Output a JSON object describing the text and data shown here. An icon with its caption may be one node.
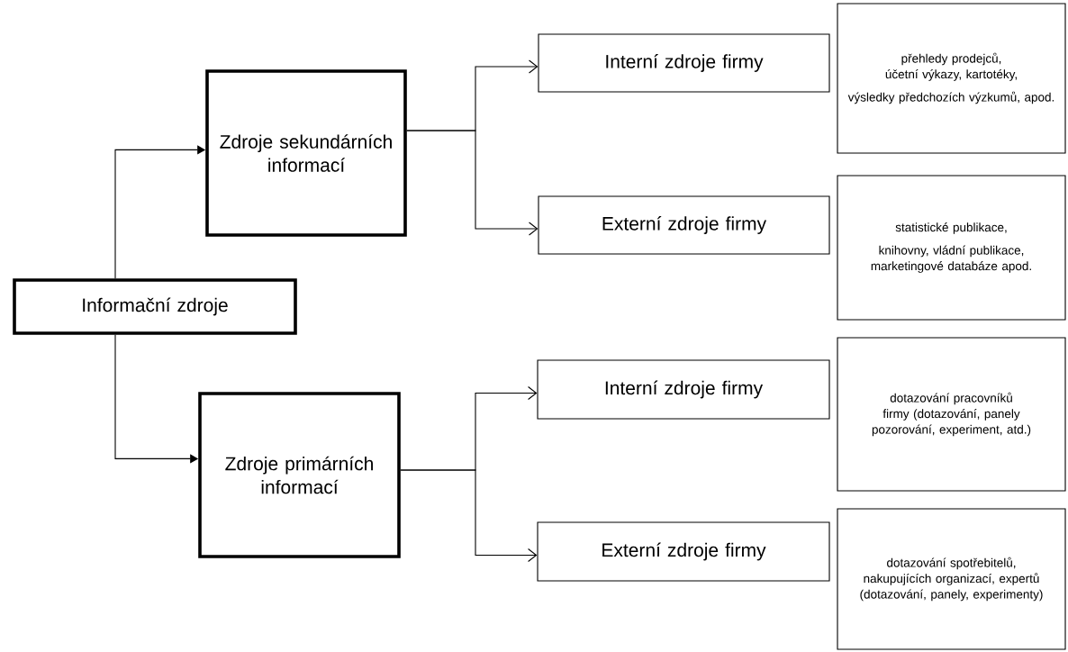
{
  "diagram": {
    "nodes": [
      {
        "text": [
          "Informační zdroje"
        ]
      },
      {
        "text": [
          "Zdroje sekundárních informací"
        ]
      },
      {
        "text": [
          "Zdroje primárních informací"
        ]
      },
      {
        "text": [
          "Interní zdroje firmy"
        ]
      },
      {
        "text": [
          "Externí zdroje firmy"
        ]
      },
      {
        "text": [
          "přehledy prodejců, účetní výkazy, kartotéky,",
          "výsledky předchozích výzkumů, apod."
        ]
      },
      {
        "text": [
          "statistické publikace,",
          "knihovny, vládní publikace, marketingové databáze apod."
        ]
      },
      {
        "text": [
          "Interní zdroje firmy"
        ]
      },
      {
        "text": [
          "Externí zdroje firmy"
        ]
      },
      {
        "text": [
          "dotazování pracovníků firmy (dotazování, panely pozorování, experiment, atd.)"
        ]
      },
      {
        "text": [
          "dotazování spotřebitelů, nakupujících organizací, expertů (dotazování, panely, experimenty)"
        ]
      }
    ],
    "edges": [
      {
        "from": 0,
        "to": 1,
        "arrow": "to"
      },
      {
        "from": 0,
        "to": 2,
        "arrow": "to"
      },
      {
        "from": 1,
        "to": 3,
        "arrow": "to"
      },
      {
        "from": 1,
        "to": 4,
        "arrow": "to"
      },
      {
        "from": 2,
        "to": 7,
        "arrow": "to"
      },
      {
        "from": 2,
        "to": 8,
        "arrow": "to"
      }
    ]
  }
}
